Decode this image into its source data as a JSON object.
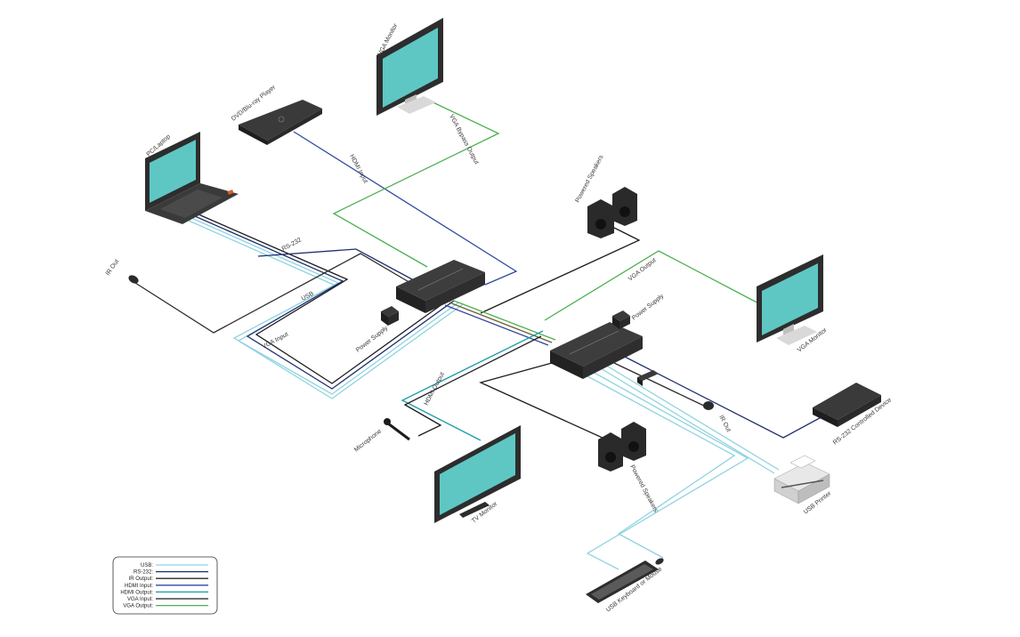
{
  "devices": {
    "vga_monitor_top": "VGA Monitor",
    "dvd_player": "DVD/Blu-ray Player",
    "pc_laptop": "PC/Laptop",
    "powered_speakers_top": "Powered Speakers",
    "vga_monitor_right": "VGA Monitor",
    "rs232_device": "RS-232 Controlled Device",
    "usb_printer": "USB Printer",
    "usb_keyboard_mouse": "USB Keyboard or Mouse",
    "tv_monitor": "TV Monitor",
    "microphone": "Microphone",
    "powered_speakers_bottom": "Powered Speakers"
  },
  "connection_labels": {
    "vga_bypass_output": "VGA Bypass Output",
    "hdmi_input": "HDMI Input",
    "rs232": "RS-232",
    "usb": "USB",
    "ir_out_left": "IR Out",
    "vga_input": "VGA Input",
    "power_supply_left": "Power Supply",
    "power_supply_right": "Power Supply",
    "vga_output": "VGA Output",
    "hdmi_output": "HDMI Output",
    "ir_out_right": "IR Out"
  },
  "legend": {
    "items": [
      {
        "label": "USB:",
        "color": "#8fd3e0"
      },
      {
        "label": "RS-232:",
        "color": "#1f2f6e"
      },
      {
        "label": "IR Output:",
        "color": "#2b2b2b"
      },
      {
        "label": "HDMI Input:",
        "color": "#2e4a9e"
      },
      {
        "label": "HDMI Output:",
        "color": "#1a9aa8"
      },
      {
        "label": "VGA Input:",
        "color": "#1c1c1c"
      },
      {
        "label": "VGA Output:",
        "color": "#4caf50"
      }
    ]
  },
  "colors": {
    "screen": "#5ec7c4",
    "device_dark": "#2d2d2d",
    "usb": "#8fd3e0",
    "rs232": "#1f2f6e",
    "ir": "#2b2b2b",
    "hdmi_in": "#2e4a9e",
    "hdmi_out": "#1a9aa8",
    "vga_in": "#1c1c1c",
    "vga_out": "#4caf50"
  }
}
